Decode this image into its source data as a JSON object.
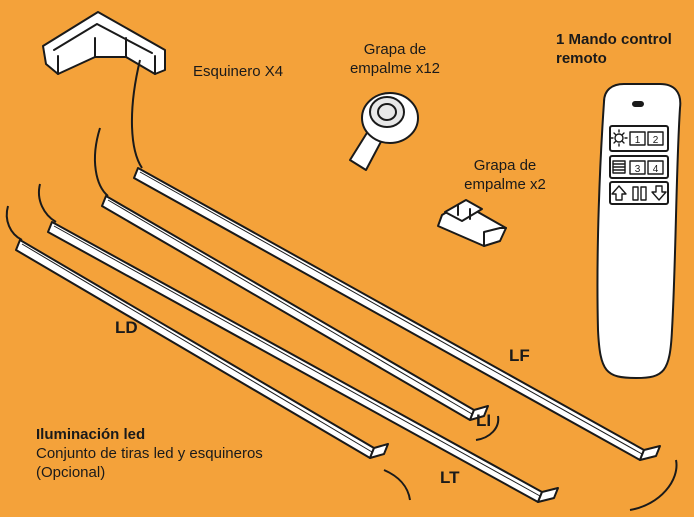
{
  "labels": {
    "corner": "Esquinero X4",
    "clip12_line1": "Grapa de",
    "clip12_line2": "empalme x12",
    "clip2_line1": "Grapa de",
    "clip2_line2": "empalme x2",
    "remote_line1": "1 Mando control",
    "remote_line2": "remoto",
    "ld": "LD",
    "lf": "LF",
    "li": "LI",
    "lt": "LT",
    "led_title": "Iluminación led",
    "led_desc": "Conjunto de tiras led y esquineros",
    "led_optional": "(Opcional)"
  },
  "remote_buttons": {
    "row1": [
      "1",
      "2"
    ],
    "row2": [
      "3",
      "4"
    ]
  },
  "colors": {
    "background": "#F4A23A",
    "line": "#1a1a1a",
    "fill": "#ffffff"
  }
}
